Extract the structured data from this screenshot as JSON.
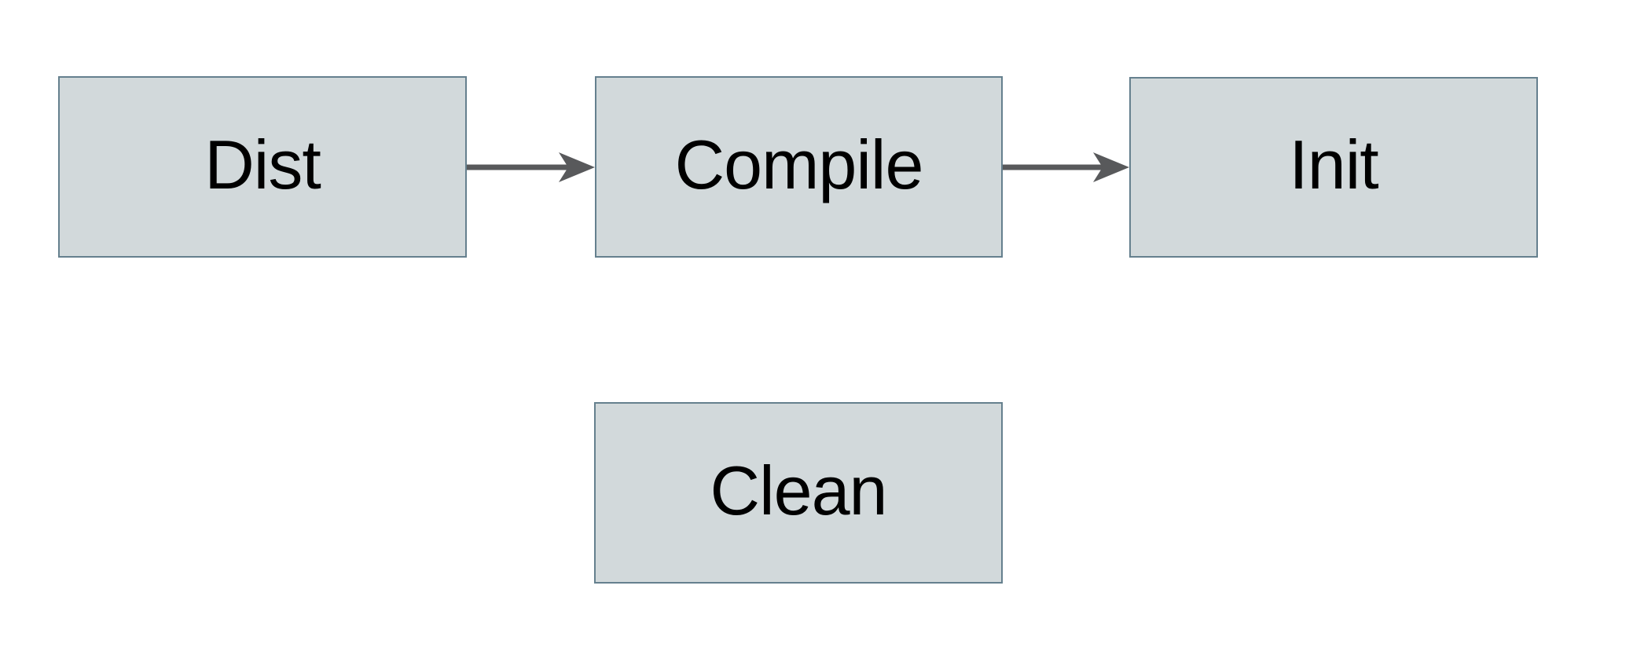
{
  "diagram": {
    "canvas_bg": "#ffffff",
    "node_fill": "#d2d9db",
    "node_border": "#65808e",
    "arrow_color": "#58595b",
    "text_color": "#000000",
    "nodes": [
      {
        "id": "dist",
        "label": "Dist"
      },
      {
        "id": "compile",
        "label": "Compile"
      },
      {
        "id": "init",
        "label": "Init"
      },
      {
        "id": "clean",
        "label": "Clean"
      }
    ],
    "edges": [
      {
        "from": "Dist",
        "to": "Compile"
      },
      {
        "from": "Compile",
        "to": "Init"
      }
    ]
  }
}
